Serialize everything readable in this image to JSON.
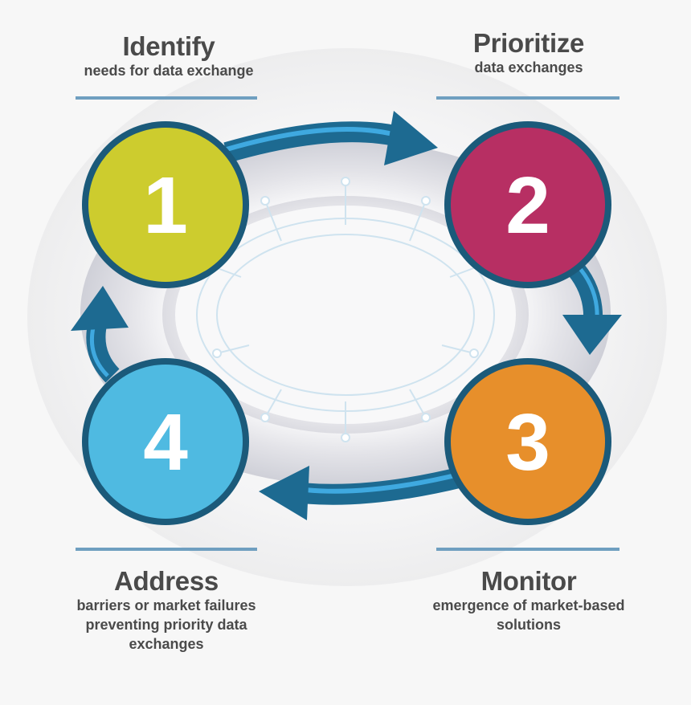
{
  "steps": [
    {
      "number": "1",
      "title": "Identify",
      "desc": "needs for data exchange",
      "color": "#c9c81d"
    },
    {
      "number": "2",
      "title": "Prioritize",
      "desc": "data exchanges",
      "color": "#b3235a"
    },
    {
      "number": "3",
      "title": "Monitor",
      "desc": "emergence of market-based solutions",
      "color": "#e6891e"
    },
    {
      "number": "4",
      "title": "Address",
      "desc": "barriers or market failures preventing priority data exchanges",
      "color": "#45b6e0"
    }
  ],
  "colors": {
    "arrow_dark": "#1d6a91",
    "arrow_light": "#3fa9e0",
    "ring": "#1b5a7a",
    "rule": "#6f9fc0",
    "text": "#4a4a4a",
    "circuit": "#cfe3ef"
  }
}
